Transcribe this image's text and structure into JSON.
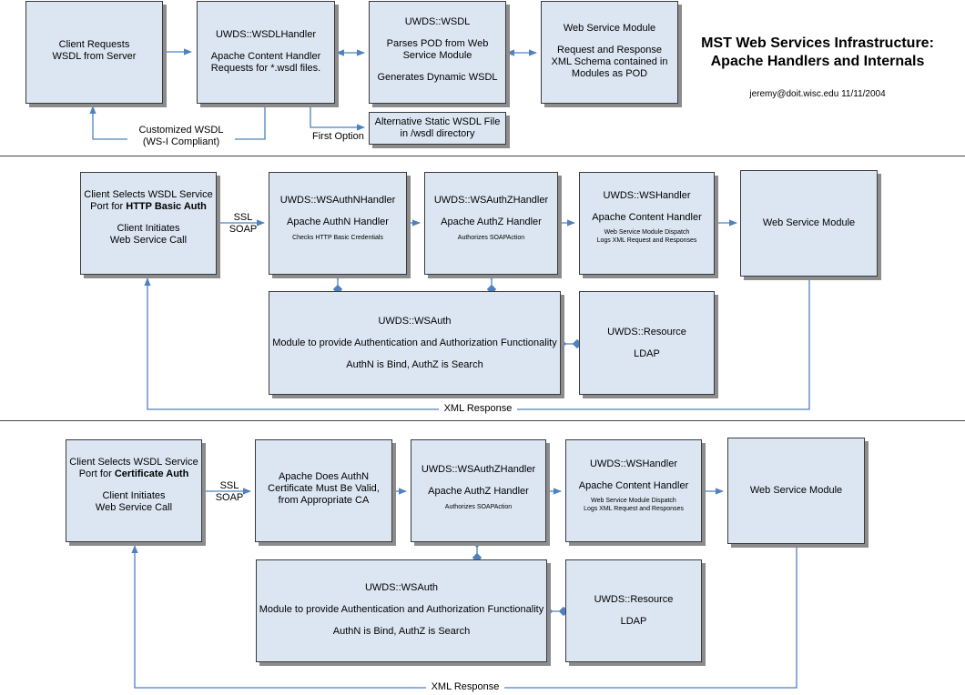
{
  "title": {
    "line1": "MST Web Services Infrastructure:",
    "line2": "Apache Handlers and Internals",
    "author": "jeremy@doit.wisc.edu 11/11/2004"
  },
  "section1": {
    "client": {
      "line1": "Client Requests",
      "line2": "WSDL from Server"
    },
    "wsdl_handler": {
      "name": "UWDS::WSDLHandler",
      "line1": "Apache Content Handler",
      "line2": "Requests for *.wsdl files."
    },
    "wsdl": {
      "name": "UWDS::WSDL",
      "line1": "Parses POD from Web",
      "line2": "Service Module",
      "line3": "Generates Dynamic WSDL"
    },
    "ws_module": {
      "name": "Web Service Module",
      "line1": "Request and Response",
      "line2": "XML Schema contained in",
      "line3": "Modules as POD"
    },
    "static_wsdl": {
      "line1": "Alternative Static WSDL File",
      "line2": "in /wsdl directory"
    },
    "first_option": "First Option",
    "customized": {
      "line1": "Customized WSDL",
      "line2": "(WS-I Compliant)"
    }
  },
  "section2": {
    "client": {
      "line1": "Client Selects WSDL Service",
      "line2_pre": "Port for ",
      "line2_bold": "HTTP Basic Auth",
      "line3": "Client Initiates",
      "line4": "Web Service Call"
    },
    "ssl": "SSL",
    "soap": "SOAP",
    "authn": {
      "name": "UWDS::WSAuthNHandler",
      "line1": "Apache AuthN Handler",
      "note": "Checks HTTP Basic Credentials"
    },
    "authz": {
      "name": "UWDS::WSAuthZHandler",
      "line1": "Apache AuthZ Handler",
      "note": "Authorizes SOAPAction"
    },
    "handler": {
      "name": "UWDS::WSHandler",
      "line1": "Apache Content Handler",
      "note1": "Web Service Module Dispatch",
      "note2": "Logs XML Request and Responses"
    },
    "ws_module": "Web Service Module",
    "wsauth": {
      "name": "UWDS::WSAuth",
      "line1": "Module to provide Authentication and Authorization Functionality",
      "line2": "AuthN is Bind, AuthZ is Search"
    },
    "resource": {
      "name": "UWDS::Resource",
      "line1": "LDAP"
    },
    "xml_response": "XML Response"
  },
  "section3": {
    "client": {
      "line1": "Client Selects WSDL Service",
      "line2_pre": "Port for ",
      "line2_bold": "Certificate Auth",
      "line3": "Client Initiates",
      "line4": "Web Service Call"
    },
    "ssl": "SSL",
    "soap": "SOAP",
    "apache_authn": {
      "line1": "Apache Does AuthN",
      "line2": "Certificate Must Be Valid,",
      "line3": "from Appropriate CA"
    },
    "authz": {
      "name": "UWDS::WSAuthZHandler",
      "line1": "Apache AuthZ Handler",
      "note": "Authorizes SOAPAction"
    },
    "handler": {
      "name": "UWDS::WSHandler",
      "line1": "Apache Content Handler",
      "note1": "Web Service Module Dispatch",
      "note2": "Logs XML Request and Responses"
    },
    "ws_module": "Web Service Module",
    "wsauth": {
      "name": "UWDS::WSAuth",
      "line1": "Module to provide Authentication and Authorization Functionality",
      "line2": "AuthN is Bind, AuthZ is Search"
    },
    "resource": {
      "name": "UWDS::Resource",
      "line1": "LDAP"
    },
    "xml_response": "XML Response"
  },
  "colors": {
    "box_fill": "#dce6f2",
    "connector": "#4f81bd",
    "shadow": "#8c8c8c"
  }
}
